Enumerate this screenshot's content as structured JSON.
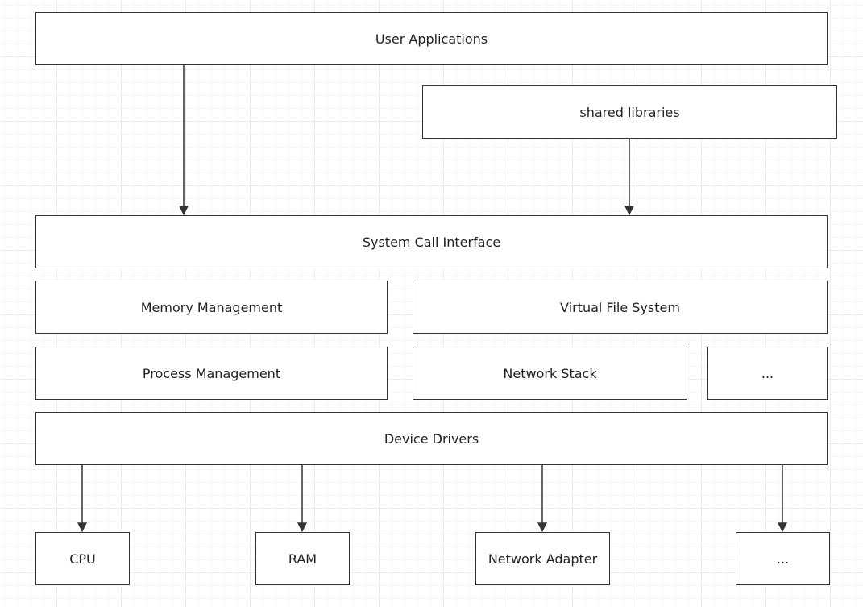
{
  "diagram": {
    "layers": {
      "user_applications": "User Applications",
      "shared_libraries": "shared libraries",
      "system_call_interface": "System Call Interface",
      "memory_management": "Memory Management",
      "virtual_file_system": "Virtual File System",
      "process_management": "Process Management",
      "network_stack": "Network Stack",
      "kernel_more": "...",
      "device_drivers": "Device Drivers"
    },
    "hardware": {
      "cpu": "CPU",
      "ram": "RAM",
      "network_adapter": "Network Adapter",
      "hardware_more": "..."
    },
    "colors": {
      "box_border": "#333333",
      "box_fill": "#ffffff",
      "arrow": "#333333",
      "grid": "#ececec"
    }
  }
}
